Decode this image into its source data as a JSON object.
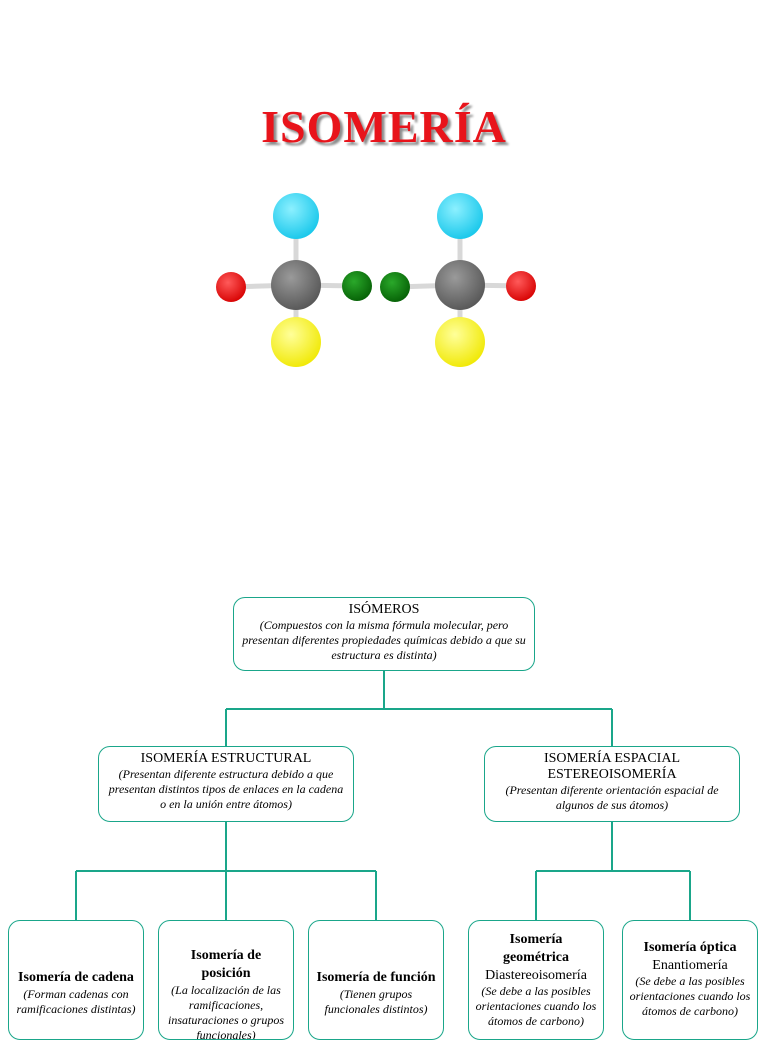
{
  "title": "ISOMERÍA",
  "colors": {
    "title_red": "#e8141b",
    "connector": "#1aa68a",
    "atom_cyan": "#2ad4f2",
    "atom_gray": "#6e6e6e",
    "atom_red": "#e00000",
    "atom_green": "#0a7a0a",
    "atom_yellow": "#f7f200"
  },
  "molecule_icon": "isomer-molecules-illustration",
  "tree": {
    "root": {
      "heading": "ISÓMEROS",
      "description": "(Compuestos con la misma fórmula molecular, pero presentan diferentes propiedades químicas debido a que su estructura es distinta)"
    },
    "structural": {
      "heading": "ISOMERÍA ESTRUCTURAL",
      "description": "(Presentan diferente estructura debido a que presentan distintos tipos de enlaces en la cadena o en la unión entre átomos)"
    },
    "spatial": {
      "heading_line1": "ISOMERÍA ESPACIAL",
      "heading_line2": "ESTEREOISOMERÍA",
      "description": "(Presentan diferente orientación espacial de algunos de sus átomos)"
    },
    "chain": {
      "heading": "Isomería de cadena",
      "description": "(Forman cadenas con ramificaciones distintas)"
    },
    "position": {
      "heading": "Isomería de posición",
      "description": "(La localización de las ramificaciones, insaturaciones o grupos funcionales)"
    },
    "function": {
      "heading": "Isomería de función",
      "description": "(Tienen grupos funcionales distintos)"
    },
    "geometric": {
      "heading": "Isomería geométrica",
      "subheading": "Diastereoisomería",
      "description": "(Se debe a las posibles orientaciones cuando los átomos de carbono)"
    },
    "optical": {
      "heading": "Isomería óptica",
      "subheading": "Enantiomería",
      "description": "(Se debe a las posibles orientaciones cuando los átomos de carbono)"
    }
  }
}
